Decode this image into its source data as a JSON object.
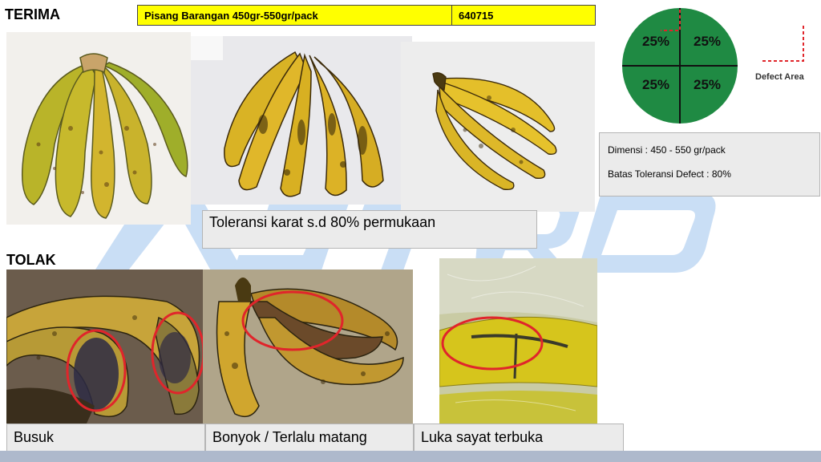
{
  "sections": {
    "accept_title": "TERIMA",
    "reject_title": "TOLAK"
  },
  "product": {
    "name": "Pisang Barangan 450gr-550gr/pack",
    "code": "640715"
  },
  "defect_chart": {
    "quarters": [
      "25%",
      "25%",
      "25%",
      "25%"
    ],
    "legend": "Defect Area"
  },
  "info": {
    "dimension": "Dimensi : 450 - 550 gr/pack",
    "tolerance": "Batas Toleransi Defect : 80%"
  },
  "accept_caption": "Toleransi karat s.d 80% permukaan",
  "reject_captions": [
    "Busuk",
    "Bonyok / Terlalu matang",
    "Luka sayat terbuka"
  ],
  "colors": {
    "header_yellow": "#ffff00",
    "chart_green": "#1f8a43",
    "defect_red": "#e0252b",
    "watermark_blue": "#c5dcf5"
  }
}
